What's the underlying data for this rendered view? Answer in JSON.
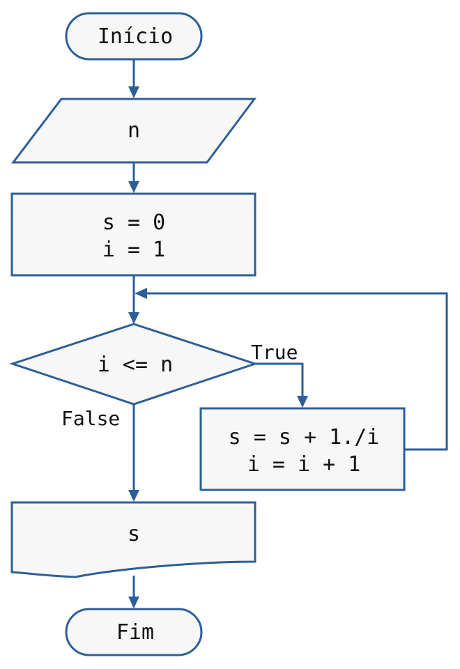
{
  "flowchart": {
    "start": {
      "label": "Início"
    },
    "input": {
      "label": "n"
    },
    "init": {
      "lines": [
        "s = 0",
        "i = 1"
      ]
    },
    "condition": {
      "label": "i <= n"
    },
    "true_label": "True",
    "false_label": "False",
    "body": {
      "lines": [
        "s = s + 1./i",
        "i = i + 1"
      ]
    },
    "output": {
      "label": "s"
    },
    "end": {
      "label": "Fim"
    }
  },
  "colors": {
    "stroke": "#2c5f97",
    "fill": "#f7f7f7",
    "text": "#111111"
  }
}
